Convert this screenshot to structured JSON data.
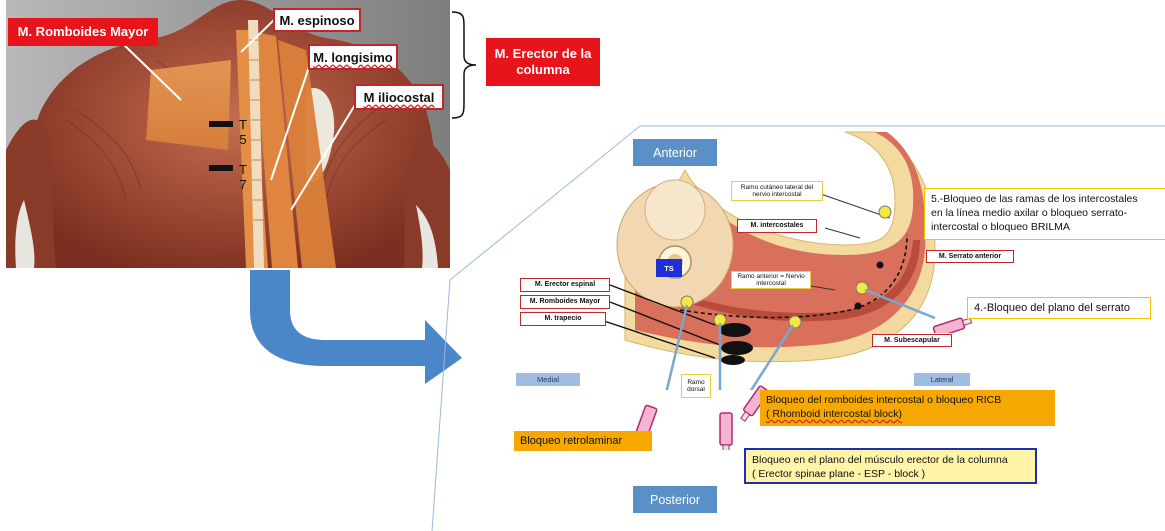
{
  "photo": {
    "labels": {
      "romboides": "M.  Romboides Mayor",
      "espinoso": "M.  espinoso",
      "longisimo": "M.  longisimo",
      "iliocostal": "M  iliocostal",
      "erector_line1": "M.  Erector de la",
      "erector_line2": "columna"
    },
    "vertebra_t5": "T\n5",
    "vertebra_t7": "T\n7"
  },
  "diagram": {
    "anterior": "Anterior",
    "posterior": "Posterior",
    "medial": "Medial",
    "lateral": "Lateral",
    "ts": "TS",
    "small_labels": {
      "ramo_cutaneo": "Ramo cutáneo lateral del nervio intercostal",
      "intercostales": "M.  intercostales",
      "ramo_anterior": "Ramo anterior = Nervio intercostal",
      "serrato_anterior": "M.  Serrato anterior",
      "erector_espinal": "M.  Erector espinal",
      "romboides_mayor": "M.  Romboides Mayor",
      "trapecio": "M.  trapecio",
      "subescapular": "M.  Subescapular",
      "ramo_dorsal": "Ramo dorsal"
    },
    "blocks": {
      "brilma_1": "5.-Bloqueo de las ramas de los intercostales",
      "brilma_2": "en la línea medio axilar o bloqueo serrato-",
      "brilma_3": "intercostal o bloqueo BRILMA",
      "serrato": "4.-Bloqueo del plano del serrato",
      "ricb_1": "Bloqueo del romboides intercostal o bloqueo RICB",
      "ricb_2": " ( Rhomboid intercostal block)",
      "retrolaminar": "Bloqueo retrolaminar",
      "esp_1": "Bloqueo en el plano del músculo erector de la columna",
      "esp_2": "( Erector spinae plane - ESP - block )"
    }
  },
  "colors": {
    "red_label": "#e8141c",
    "blue_label": "#5b8fc7",
    "orange_box": "#f6a800",
    "arrow_blue": "#4a86c8"
  }
}
